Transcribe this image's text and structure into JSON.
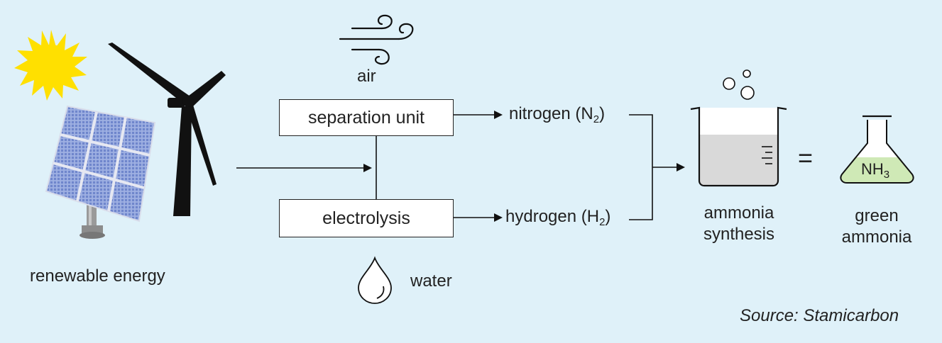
{
  "labels": {
    "renewable_energy": "renewable energy",
    "air": "air",
    "water": "water",
    "separation_unit": "separation unit",
    "electrolysis": "electrolysis",
    "nitrogen_prefix": "nitrogen (N",
    "nitrogen_sub": "2",
    "nitrogen_suffix": ")",
    "hydrogen_prefix": "hydrogen (H",
    "hydrogen_sub": "2",
    "hydrogen_suffix": ")",
    "ammonia_synthesis_line1": "ammonia",
    "ammonia_synthesis_line2": "synthesis",
    "equals": "=",
    "green_ammonia_line1": "green",
    "green_ammonia_line2": "ammonia",
    "nh3_prefix": "NH",
    "nh3_sub": "3",
    "source": "Source: Stamicarbon"
  },
  "colors": {
    "background": "#dff1f9",
    "sun": "#ffe000",
    "flask_liquid": "#cfe9b6",
    "beaker_liquid": "#d9d9d9",
    "panel": "#8a9ed8"
  }
}
